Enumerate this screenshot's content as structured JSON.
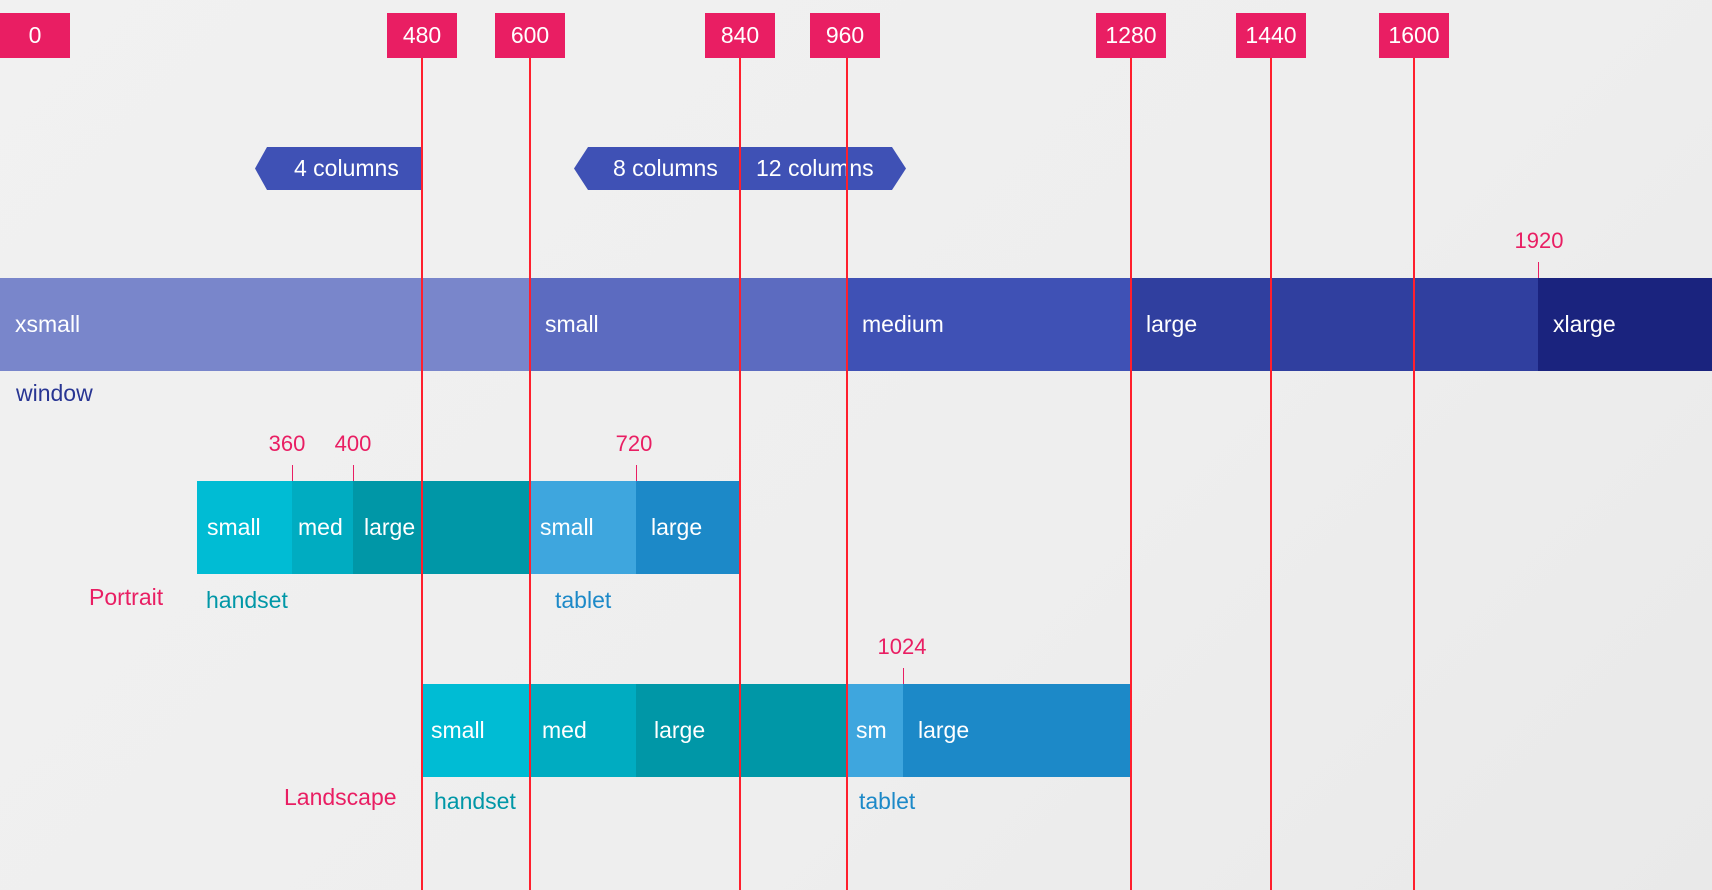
{
  "breakpoints": [
    "0",
    "480",
    "600",
    "840",
    "960",
    "1280",
    "1440",
    "1600"
  ],
  "columns": {
    "four": "4 columns",
    "eight": "8 columns",
    "twelve": "12 columns"
  },
  "window": {
    "caption": "window",
    "segments": [
      "xsmall",
      "small",
      "medium",
      "large",
      "xlarge"
    ],
    "markers": [
      "1920"
    ]
  },
  "portrait": {
    "title": "Portrait",
    "handset_caption": "handset",
    "tablet_caption": "tablet",
    "segments": [
      "small",
      "med",
      "large",
      "small",
      "large"
    ],
    "markers": [
      "360",
      "400",
      "720"
    ]
  },
  "landscape": {
    "title": "Landscape",
    "handset_caption": "handset",
    "tablet_caption": "tablet",
    "segments": [
      "small",
      "med",
      "large",
      "sm",
      "large"
    ],
    "markers": [
      "1024"
    ]
  },
  "colors": {
    "accent": "#e91e63",
    "line": "#ff1f2d",
    "window_xsmall": "#7986cb",
    "window_small": "#5c6bc0",
    "window_medium": "#3f51b5",
    "window_large": "#303f9f",
    "window_xlarge": "#1a237e",
    "arrow": "#3f51b5",
    "handset_small": "#00bcd4",
    "handset_med": "#00acc1",
    "handset_large": "#0097a7",
    "tablet_small": "#3ea6de",
    "tablet_large": "#1c89c8",
    "caption_blue": "#283593",
    "caption_teal": "#0097a7",
    "caption_tablet": "#1c89c8"
  }
}
